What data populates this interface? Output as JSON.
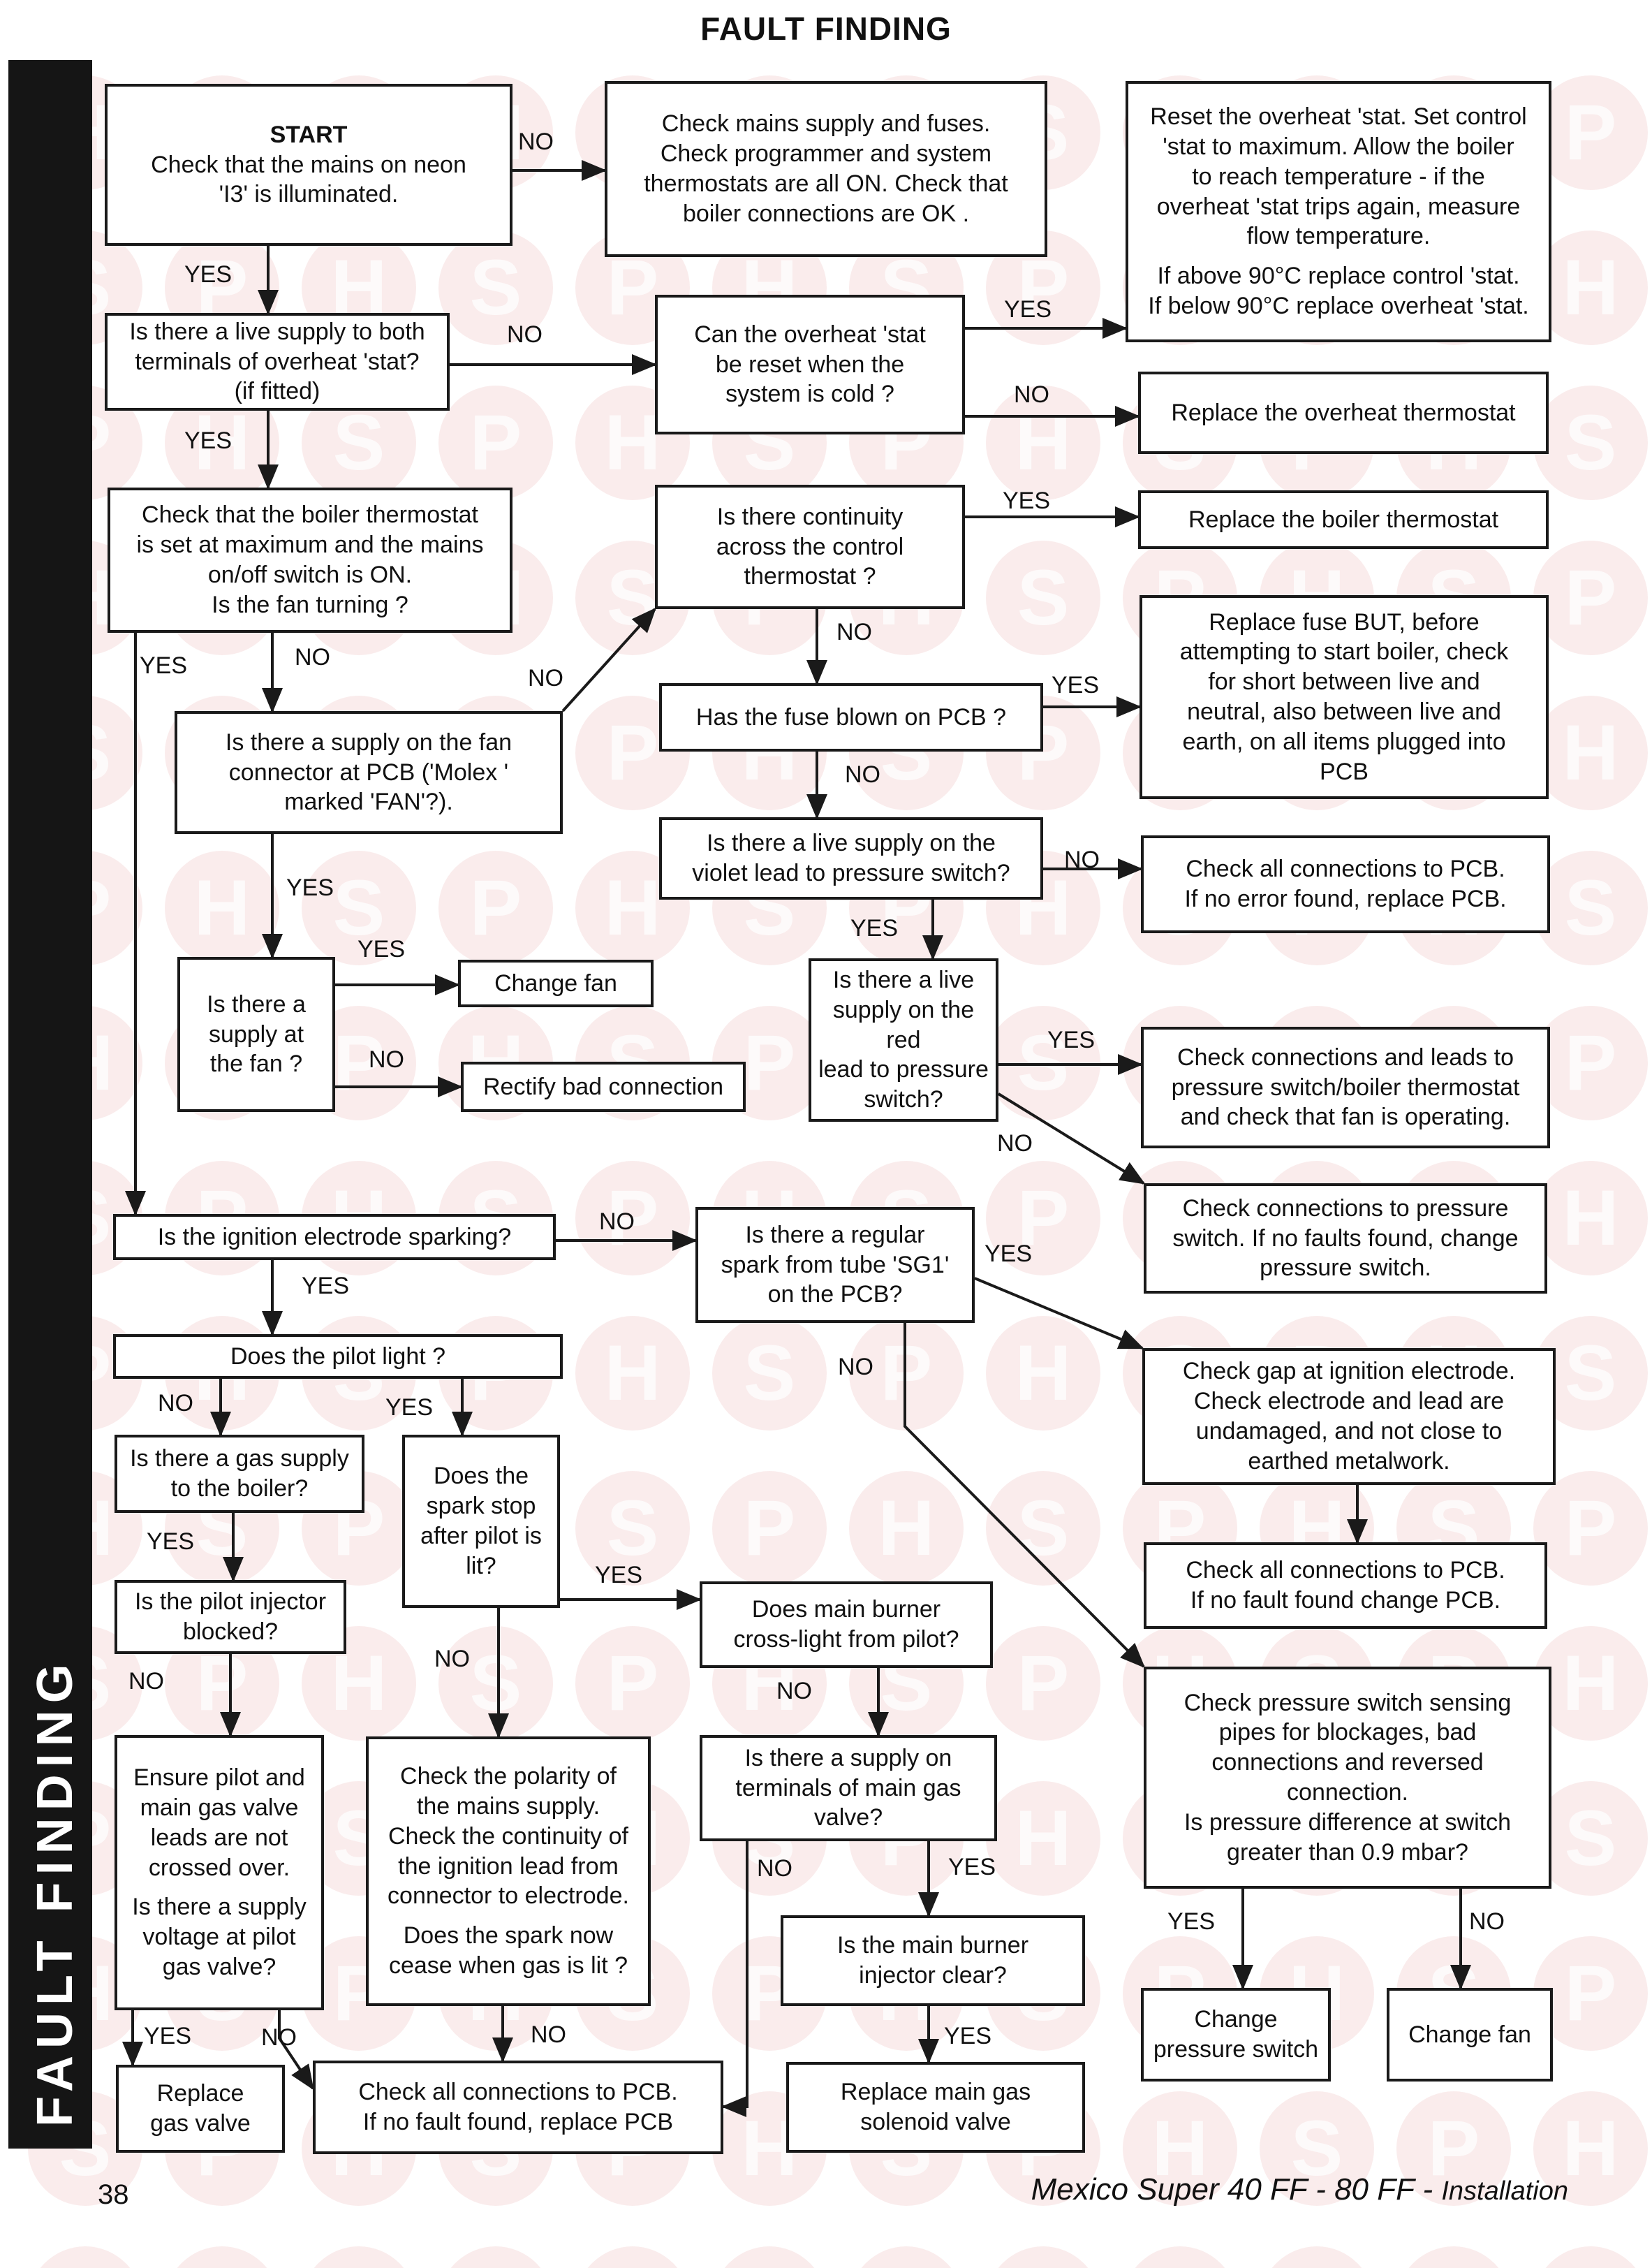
{
  "page": {
    "title": "FAULT FINDING",
    "side_label": "FAULT FINDING",
    "page_number": "38",
    "footer_main": "Mexico Super 40 FF - 80 FF",
    "footer_sep": " - ",
    "footer_sub": "Installation"
  },
  "watermark": {
    "letters": [
      "H",
      "S",
      "P"
    ],
    "color": "#f2c9c9"
  },
  "nodes": {
    "start": {
      "head": "START",
      "text": "Check that the mains on neon\n'I3' is illuminated."
    },
    "check_mains": {
      "text": "Check mains supply and fuses.\nCheck programmer and system\nthermostats are all ON. Check that\nboiler connections are OK ."
    },
    "reset_stat": {
      "text": "Reset the overheat 'stat. Set control\n'stat to maximum.  Allow the boiler\nto reach temperature - if the\noverheat 'stat  trips again, measure\nflow temperature.",
      "text2": "If above 90°C replace control 'stat.\nIf below 90°C replace overheat 'stat."
    },
    "live_overheat": {
      "text": "Is there a live supply to both\nterminals of overheat 'stat?\n(if fitted)"
    },
    "overheat_reset": {
      "text": "Can the overheat 'stat\nbe reset when the\nsystem is cold ?"
    },
    "replace_overheat": {
      "text": "Replace the overheat thermostat"
    },
    "boiler_thermostat": {
      "text": "Check that the boiler thermostat\nis set at maximum and the mains\non/off switch is ON.\nIs the fan turning ?"
    },
    "continuity": {
      "text": "Is there continuity\nacross the control\nthermostat ?"
    },
    "replace_boiler_stat": {
      "text": "Replace the boiler thermostat"
    },
    "fan_connector": {
      "text": "Is there a supply on the fan\nconnector at PCB ('Molex '\nmarked 'FAN'?)."
    },
    "fuse_blown": {
      "text": "Has the fuse blown on PCB ?"
    },
    "replace_fuse": {
      "text": "Replace fuse BUT, before\nattempting to start boiler, check\nfor short between live and\nneutral, also between live and\nearth, on all items plugged into\nPCB"
    },
    "violet_lead": {
      "text": "Is there a live supply on the\nviolet lead to pressure switch?"
    },
    "check_pcb_1": {
      "text": "Check all connections to PCB.\nIf no error found, replace PCB."
    },
    "supply_fan": {
      "text": "Is there a\nsupply at\nthe fan ?"
    },
    "change_fan_1": {
      "text": "Change fan"
    },
    "rectify": {
      "text": "Rectify bad connection"
    },
    "red_lead": {
      "text": "Is there a live\nsupply on the red\nlead to pressure\nswitch?"
    },
    "check_leads": {
      "text": "Check connections and leads to\npressure switch/boiler thermostat\nand check that fan is operating."
    },
    "check_pressure_conn": {
      "text": "Check connections to pressure\nswitch. If no faults found, change\npressure switch."
    },
    "ignition_sparking": {
      "text": "Is the ignition electrode sparking?"
    },
    "regular_spark": {
      "text": "Is there a regular\nspark from tube 'SG1'\non the PCB?"
    },
    "pilot_light": {
      "text": "Does the pilot light ?"
    },
    "check_gap": {
      "text": "Check gap at ignition electrode.\nCheck electrode and lead are\nundamaged, and not close to\nearthed metalwork."
    },
    "gas_supply": {
      "text": "Is there a gas supply\nto the boiler?"
    },
    "spark_stop": {
      "text": "Does the\nspark stop\nafter pilot is\nlit?"
    },
    "check_pcb_2": {
      "text": "Check all connections to PCB.\nIf no fault found change PCB."
    },
    "pilot_injector": {
      "text": "Is the pilot injector\nblocked?"
    },
    "cross_light": {
      "text": "Does main burner\ncross-light from pilot?"
    },
    "pressure_pipes": {
      "text": "Check pressure switch sensing\npipes for blockages, bad\nconnections and reversed\nconnection.\nIs pressure difference at switch\ngreater than 0.9 mbar?"
    },
    "ensure_pilot": {
      "text": "Ensure pilot and\nmain gas valve\nleads are not\ncrossed over.",
      "text2": "Is there a supply\nvoltage at pilot\ngas valve?"
    },
    "check_polarity": {
      "text": "Check the polarity of\nthe mains supply.\nCheck the continuity of\nthe ignition lead from\nconnector to electrode.",
      "text2": "Does the spark now\ncease when gas is lit ?"
    },
    "supply_terminals": {
      "text": "Is there a supply on\nterminals of main gas\nvalve?"
    },
    "main_injector": {
      "text": "Is the main burner\ninjector clear?"
    },
    "change_pressure_switch": {
      "text": "Change\npressure switch"
    },
    "change_fan_2": {
      "text": "Change fan"
    },
    "replace_gas_valve": {
      "text": "Replace\ngas valve"
    },
    "check_pcb_3": {
      "text": "Check all connections to PCB.\nIf no fault found, replace PCB"
    },
    "replace_solenoid": {
      "text": "Replace main gas\nsolenoid valve"
    }
  },
  "labels": {
    "yes": "YES",
    "no": "NO"
  }
}
